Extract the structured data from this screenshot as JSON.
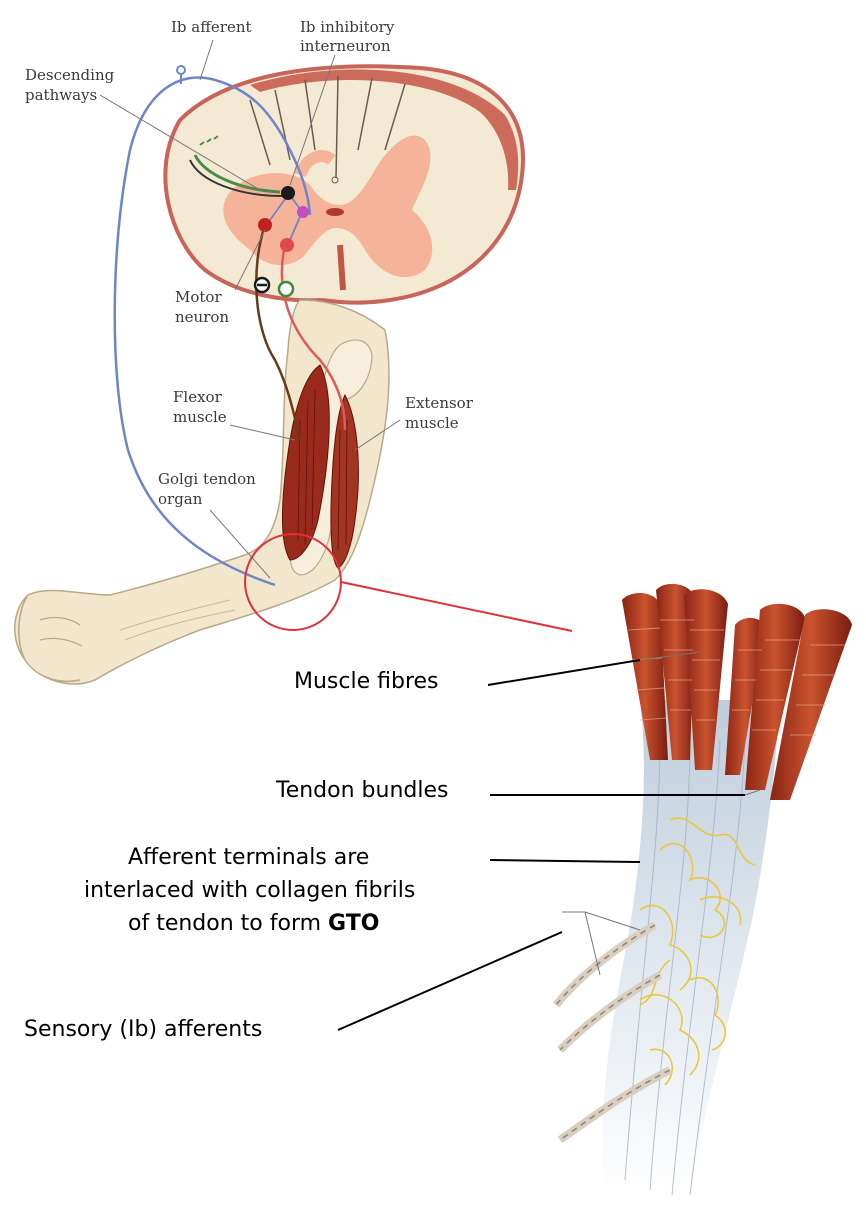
{
  "labels": {
    "ib_afferent": "Ib afferent",
    "ib_inhibitory_1": "Ib inhibitory",
    "ib_inhibitory_2": "interneuron",
    "descending_1": "Descending",
    "descending_2": "pathways",
    "motor_1": "Motor",
    "motor_2": "neuron",
    "flexor_1": "Flexor",
    "flexor_2": "muscle",
    "extensor_1": "Extensor",
    "extensor_2": "muscle",
    "golgi_1": "Golgi tendon",
    "golgi_2": "organ",
    "muscle_fibres": "Muscle fibres",
    "tendon_bundles": "Tendon bundles",
    "afferent_1": "Afferent terminals are",
    "afferent_2": "interlaced with collagen fibrils",
    "afferent_3_prefix": "of tendon to form ",
    "afferent_3_bold": "GTO",
    "sensory": "Sensory (Ib) afferents"
  },
  "colors": {
    "gray_matter": "#f5b49a",
    "white_matter": "#f4ead4",
    "cord_edge": "#c9645a",
    "afferent_blue": "#6e86c8",
    "muscle_red": "#9a2b1c",
    "tendon": "#cdd8e4",
    "nerve_yellow": "#e8c840",
    "highlight_circle": "#e0303a"
  }
}
